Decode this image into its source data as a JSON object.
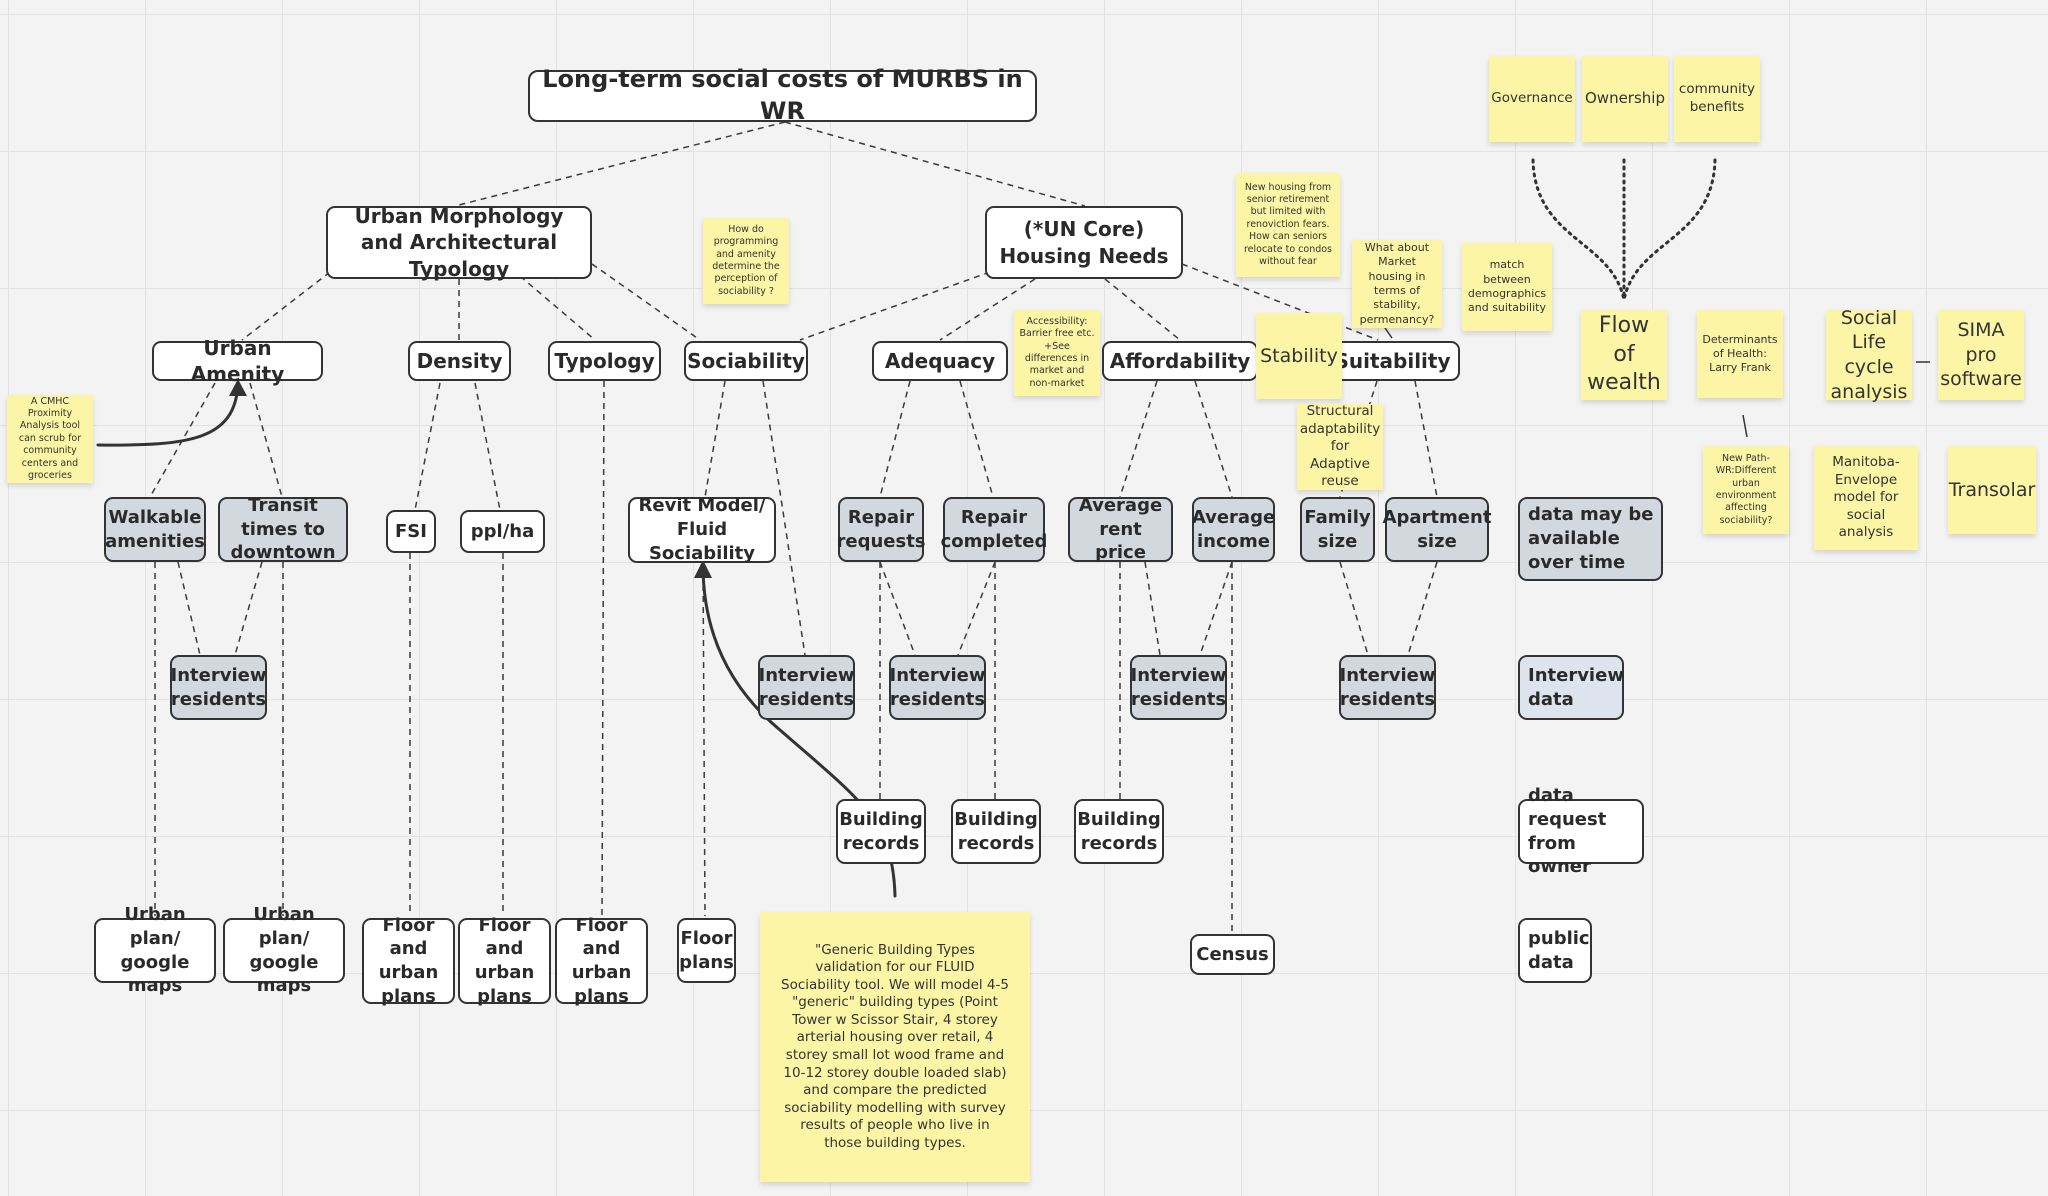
{
  "diagram": {
    "title": "Long-term social costs of MURBS in WR",
    "branches": {
      "urban_morphology": "Urban Morphology and Architectural Typology",
      "housing_needs": "(*UN Core) Housing Needs"
    },
    "categories": {
      "urban_amenity": "Urban Amenity",
      "density": "Density",
      "typology": "Typology",
      "sociability": "Sociability",
      "adequacy": "Adequacy",
      "affordability": "Affordability",
      "suitability": "Suitability"
    },
    "indicators": {
      "walkable_amenities": "Walkable amenities",
      "transit_times": "Transit times to downtown",
      "fsi": "FSI",
      "ppl_ha": "ppl/ha",
      "revit_model": "Revit Model/ Fluid Sociability",
      "repair_requests": "Repair requests",
      "repair_completed": "Repair completed",
      "average_rent": "Average rent price",
      "average_income": "Average income",
      "family_size": "Family size",
      "apartment_size": "Apartment size",
      "data_available_over_time": "data may be available over time"
    },
    "methods": {
      "interview_residents": "Interview residents",
      "interview_data": "Interview data",
      "building_records": "Building records",
      "data_request_owner": "data request from owner"
    },
    "sources": {
      "urban_plan_google_maps": "Urban plan/ google maps",
      "floor_and_urban_plans": "Floor and urban plans",
      "floor_plans": "Floor plans",
      "census": "Census",
      "public_data": "public data"
    }
  },
  "stickies": {
    "cmhc_tool": "A CMHC Proximity Analysis tool can scrub for community centers and groceries",
    "programming_amenity": "How do programming and amenity determine the perception of sociability ?",
    "accessibility": "Accessibility: Barrier free etc. +See differences in market and non-market",
    "senior_housing": "New housing from senior retirement but limited with renoviction fears. How can seniors relocate to condos without fear",
    "market_housing": "What about Market housing in terms of stability, permenancy?",
    "match_demographics": "match between demographics and suitability",
    "stability": "Stability",
    "structural_adaptability": "Structural adaptability for Adaptive reuse",
    "generic_building_types": "\"Generic Building Types validation for our FLUID Sociability tool. We will model 4-5 \"generic\" building types (Point Tower w Scissor Stair, 4 storey arterial housing over retail, 4 storey small lot wood frame and 10-12 storey double loaded slab) and compare the predicted sociability modelling with survey results of people who live in those building types.",
    "governance": "Governance",
    "ownership": "Ownership",
    "community_benefits": "community benefits",
    "flow_of_wealth": "Flow of wealth",
    "determinants_of_health": "Determinants of Health: Larry Frank",
    "new_path": "New Path- WR:Different urban environment affecting sociability?",
    "social_lca": "Social Life cycle analysis",
    "sima_pro": "SIMA pro software",
    "manitoba_envelope": "Manitoba- Envelope model for social analysis",
    "transolar": "Transolar"
  },
  "colors": {
    "sticky": "#fdf5a6",
    "node_grey": "#d3d8df",
    "node_blue": "#dee4ee",
    "border": "#333333"
  }
}
